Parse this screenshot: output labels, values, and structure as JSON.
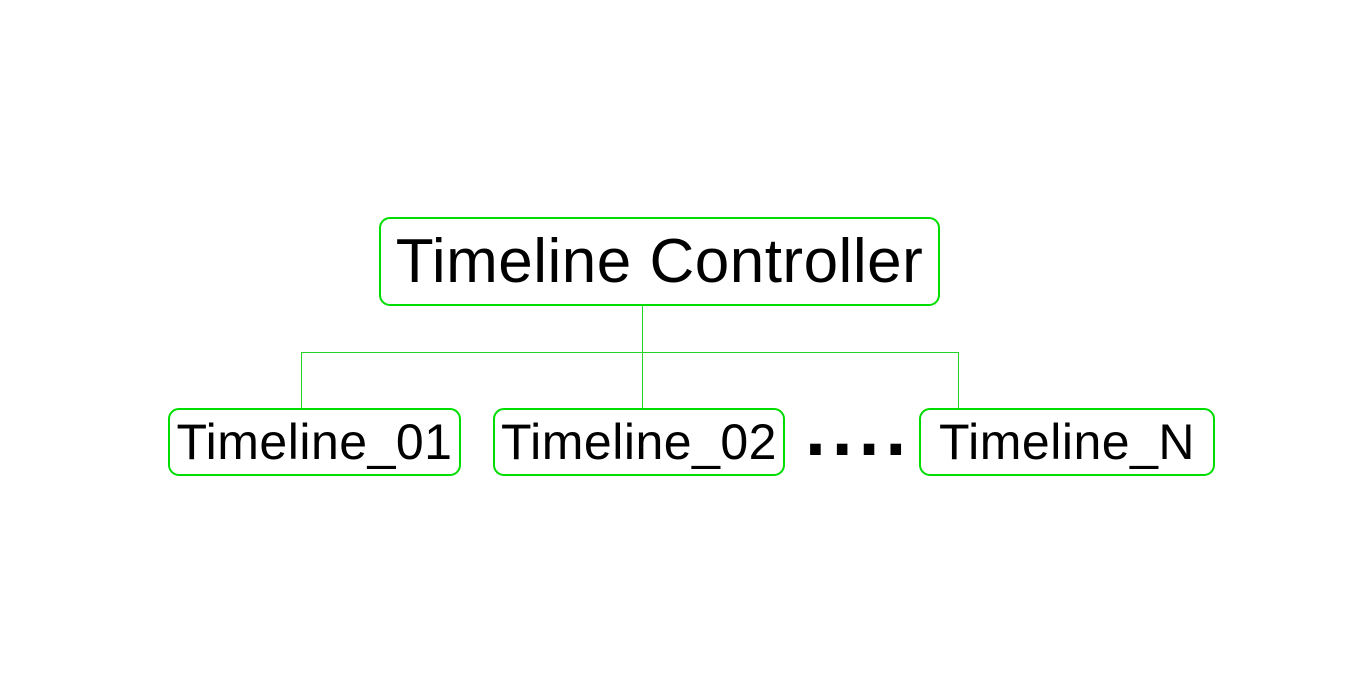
{
  "nodes": {
    "root": {
      "label": "Timeline Controller"
    },
    "children": [
      {
        "label": "Timeline_01"
      },
      {
        "label": "Timeline_02"
      },
      {
        "label": "Timeline_N"
      }
    ]
  },
  "ellipsis": {
    "label": "...."
  },
  "colors": {
    "node_border": "#00dd00",
    "connector": "#22d422",
    "text": "#000000",
    "background": "#ffffff"
  }
}
